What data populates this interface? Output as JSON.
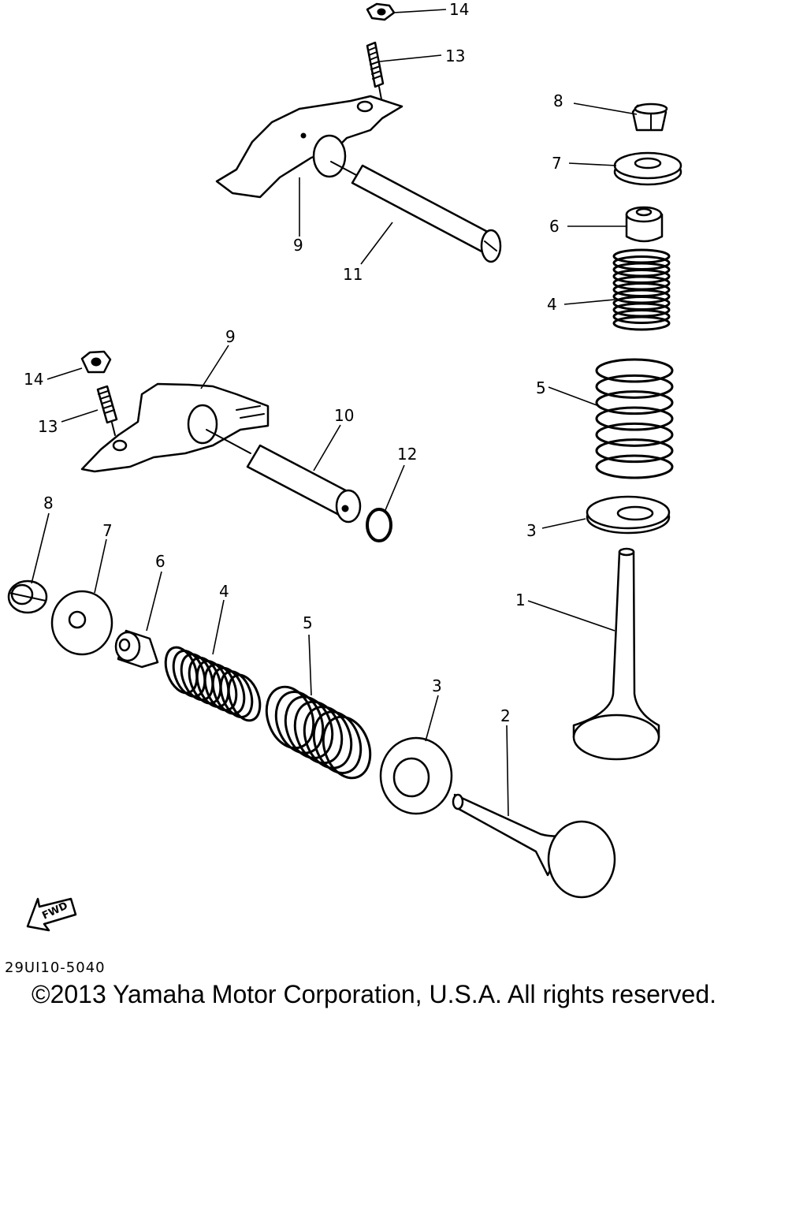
{
  "diagram": {
    "drawing_code": "29UI10-5040",
    "copyright": "©2013 Yamaha Motor Corporation, U.S.A. All rights reserved.",
    "fwd_label": "FWD",
    "callouts": {
      "c1": "1",
      "c2": "2",
      "c3a": "3",
      "c3b": "3",
      "c4a": "4",
      "c4b": "4",
      "c5a": "5",
      "c5b": "5",
      "c6a": "6",
      "c6b": "6",
      "c7a": "7",
      "c7b": "7",
      "c8a": "8",
      "c8b": "8",
      "c9a": "9",
      "c9b": "9",
      "c10": "10",
      "c11": "11",
      "c12": "12",
      "c13a": "13",
      "c13b": "13",
      "c14a": "14",
      "c14b": "14"
    }
  }
}
